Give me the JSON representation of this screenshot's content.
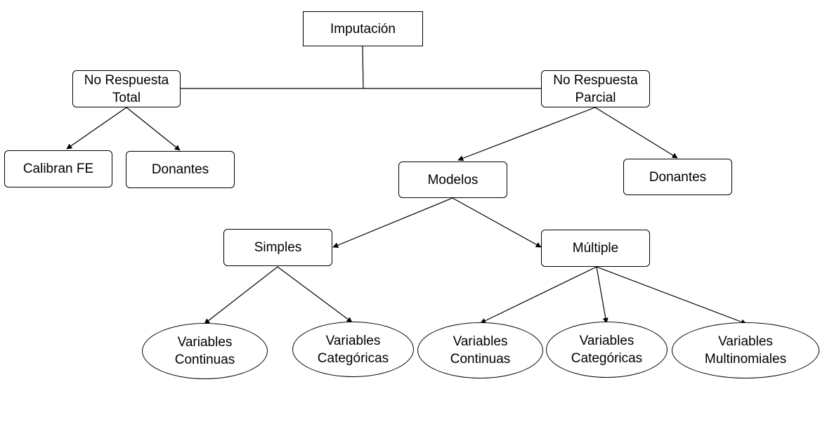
{
  "diagram": {
    "root": "Imputación",
    "total": {
      "label": "No Respuesta\nTotal",
      "calibran": "Calibran FE",
      "donantes": "Donantes"
    },
    "parcial": {
      "label": "No Respuesta\nParcial",
      "modelos": "Modelos",
      "donantes": "Donantes"
    },
    "simples": {
      "label": "Simples",
      "continuas": "Variables\nContinuas",
      "categoricas": "Variables\nCategóricas"
    },
    "multiple": {
      "label": "Múltiple",
      "continuas": "Variables\nContinuas",
      "categoricas": "Variables\nCategóricas",
      "multinomiales": "Variables\nMultinomiales"
    }
  },
  "colors": {
    "stroke": "#000000",
    "fill": "#ffffff",
    "text": "#000000"
  }
}
